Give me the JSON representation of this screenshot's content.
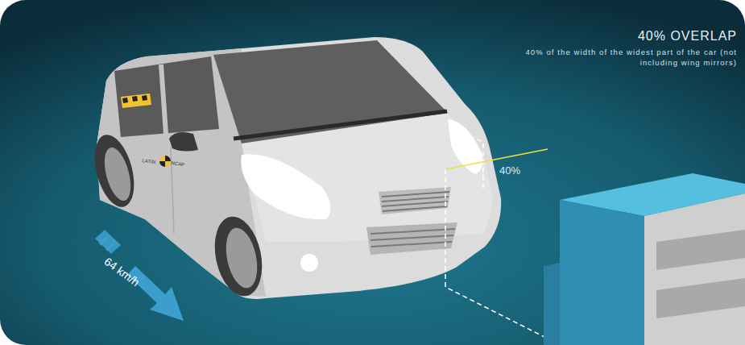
{
  "diagram": {
    "title": "40% OVERLAP",
    "labels": [
      "40% of the width of the widest part of the car (not including wing mirrors)",
      "40%",
      "64 km/h",
      "LATIN",
      "NCAP"
    ]
  }
}
